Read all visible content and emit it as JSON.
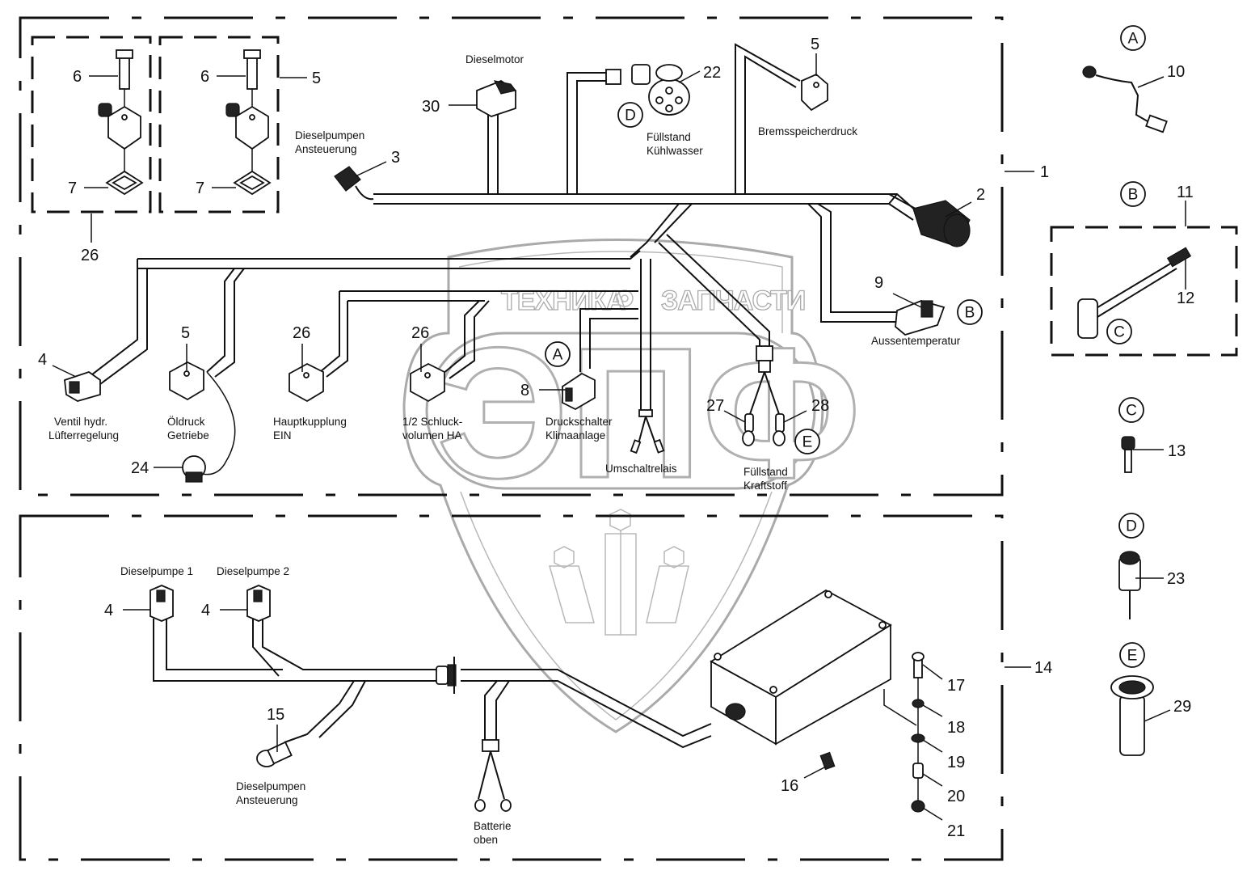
{
  "diagram": {
    "title": "Kabelbaum Motor / Zentralelektrik",
    "assemblies": [
      {
        "id": "1",
        "label": "1"
      },
      {
        "id": "14",
        "label": "14"
      },
      {
        "id": "26",
        "label": "26"
      },
      {
        "id": "5",
        "label": "5"
      },
      {
        "id": "11",
        "label": "11"
      }
    ],
    "component_labels": {
      "dieselmotor": "Dieselmotor",
      "dieselpumpen_ansteuerung_1": "Dieselpumpen",
      "dieselpumpen_ansteuerung_2": "Ansteuerung",
      "fuellstand_kuehlwasser_1": "Füllstand",
      "fuellstand_kuehlwasser_2": "Kühlwasser",
      "bremsspeicherdruck": "Bremsspeicherdruck",
      "aussentemperatur": "Aussentemperatur",
      "ventil_1": "Ventil hydr.",
      "ventil_2": "Lüfterregelung",
      "oeldruck_1": "Öldruck",
      "oeldruck_2": "Getriebe",
      "hauptkupplung_1": "Hauptkupplung",
      "hauptkupplung_2": "EIN",
      "schluck_1": "1/2 Schluck-",
      "schluck_2": "volumen HA",
      "druckschalter_1": "Druckschalter",
      "druckschalter_2": "Klimaanlage",
      "umschaltrelais": "Umschaltrelais",
      "fuellstand_kraftstoff_1": "Füllstand",
      "fuellstand_kraftstoff_2": "Kraftstoff",
      "dieselpumpe1": "Dieselpumpe 1",
      "dieselpumpe2": "Dieselpumpe 2",
      "dp_ansteuerung_1": "Dieselpumpen",
      "dp_ansteuerung_2": "Ansteuerung",
      "batterie_1": "Batterie",
      "batterie_2": "oben"
    },
    "part_numbers": {
      "p6a": "6",
      "p6b": "6",
      "p5a": "5",
      "p7a": "7",
      "p7b": "7",
      "p26a": "26",
      "p30": "30",
      "p22": "22",
      "p5b": "5",
      "p3": "3",
      "p1": "1",
      "p2": "2",
      "p9": "9",
      "p4a": "4",
      "p5c": "5",
      "p26b": "26",
      "p26c": "26",
      "p8": "8",
      "p27": "27",
      "p28": "28",
      "p24": "24",
      "p10": "10",
      "p11": "11",
      "p12": "12",
      "p13": "13",
      "p23": "23",
      "p29": "29",
      "p4b": "4",
      "p4c": "4",
      "p15": "15",
      "p16": "16",
      "p17": "17",
      "p18": "18",
      "p19": "19",
      "p20": "20",
      "p21": "21",
      "p14": "14"
    },
    "callouts": {
      "A_main": "A",
      "B_main": "B",
      "D_main": "D",
      "E_main": "E",
      "A_detail": "A",
      "B_detail": "B",
      "C_detail": "C",
      "C_detail2": "C",
      "D_detail": "D",
      "E_detail": "E"
    },
    "watermark": {
      "line1_left": "ТЕХНИКА",
      "line1_right": "ЗАПЧАСТИ",
      "monogram": "ЭПФ"
    }
  }
}
